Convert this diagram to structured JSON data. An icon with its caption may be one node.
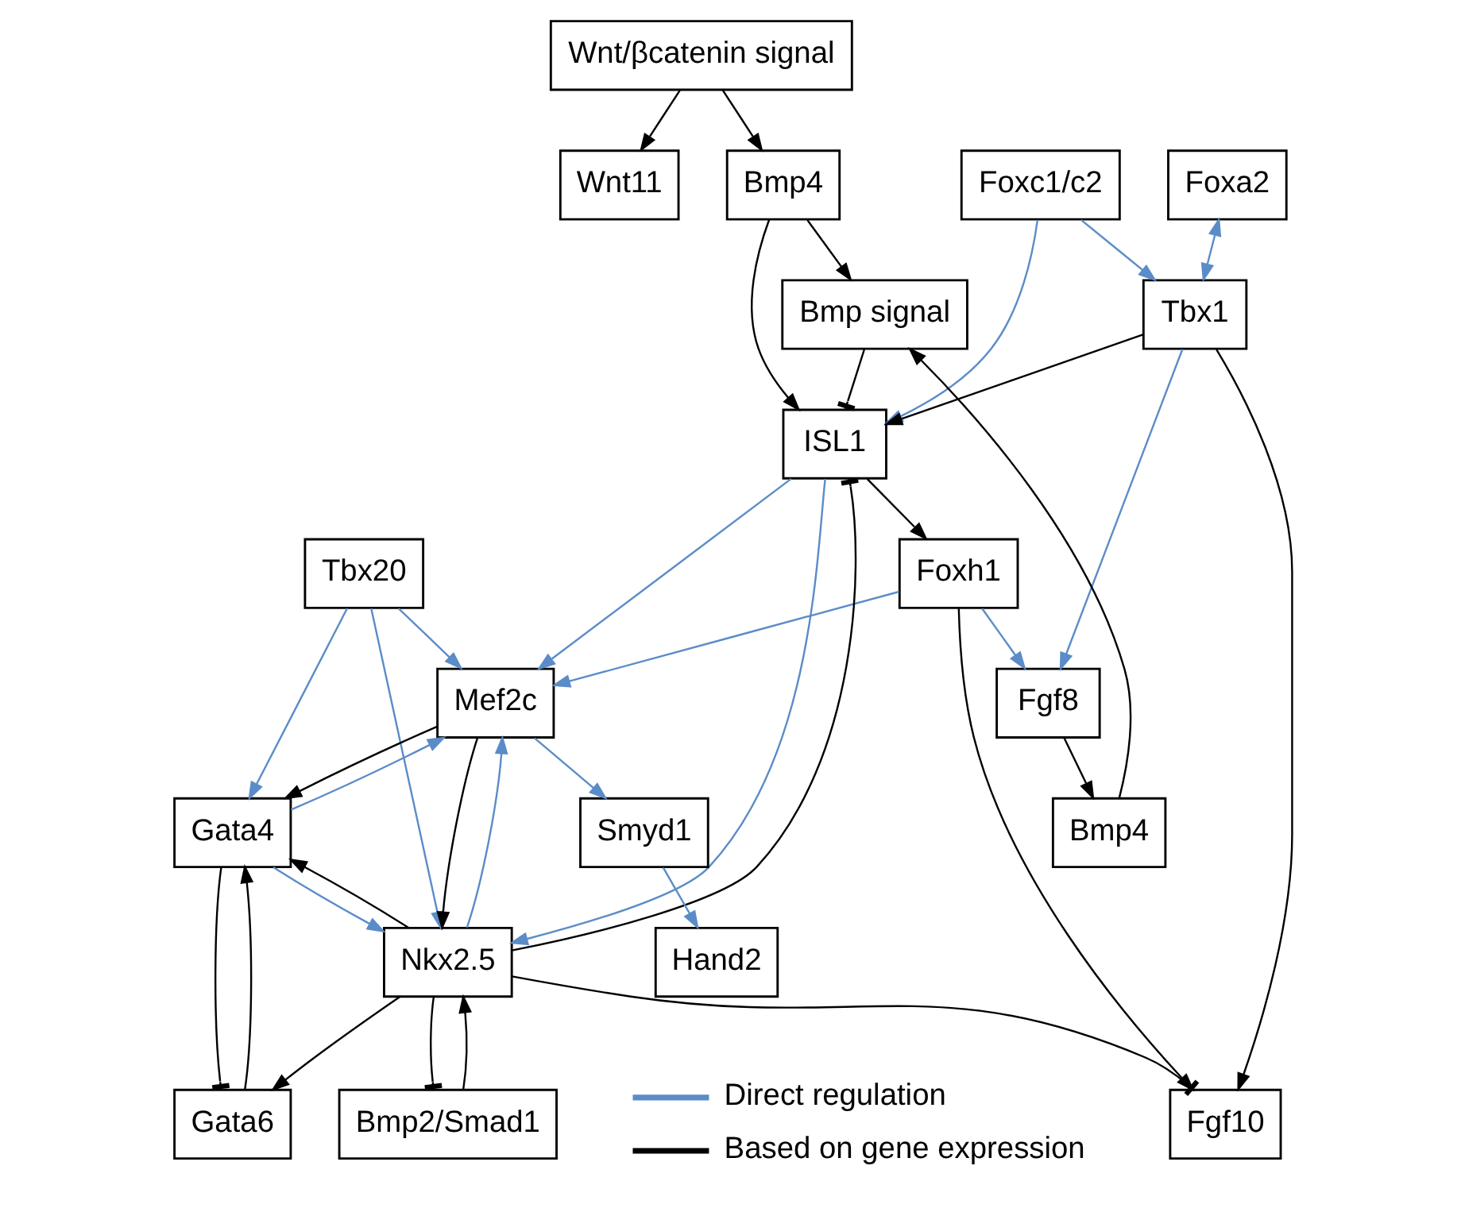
{
  "diagram": {
    "nodes": [
      {
        "text": [
          "Wnt11"
        ]
      },
      {
        "text": [
          "Wnt/βcatenin signal"
        ]
      },
      {
        "text": [
          "Bmp4"
        ]
      },
      {
        "text": [
          "Bmp signal"
        ]
      },
      {
        "text": [
          "Gata6"
        ]
      },
      {
        "text": [
          "ISL1"
        ]
      },
      {
        "text": [
          "Foxc1/c2"
        ]
      },
      {
        "text": [
          "Foxa2"
        ]
      },
      {
        "text": [
          "Gata4"
        ]
      },
      {
        "text": [
          "Tbx1"
        ]
      },
      {
        "text": [
          "Bmp4"
        ]
      },
      {
        "text": [
          "Tbx20"
        ]
      },
      {
        "text": [
          "Mef2c"
        ]
      },
      {
        "text": [
          "Foxh1"
        ]
      },
      {
        "text": [
          "Fgf10"
        ]
      },
      {
        "text": [
          "Fgf8"
        ]
      },
      {
        "text": [
          "Nkx2.5"
        ]
      },
      {
        "text": [
          "Smyd1"
        ]
      },
      {
        "text": [
          "Bmp2/Smad1"
        ]
      },
      {
        "text": [
          "Hand2"
        ]
      }
    ],
    "edges": [
      {
        "from": 1,
        "to": 0,
        "arrow": "to"
      },
      {
        "from": 1,
        "to": 2,
        "arrow": "to"
      },
      {
        "from": 2,
        "to": 3,
        "arrow": "to"
      },
      {
        "from": 2,
        "to": 5,
        "arrow": "to"
      },
      {
        "from": 3,
        "to": 5,
        "arrow": "other"
      },
      {
        "from": 10,
        "to": 3,
        "arrow": "to"
      },
      {
        "from": 15,
        "to": 10,
        "arrow": "to"
      },
      {
        "from": 16,
        "to": 5,
        "arrow": "other"
      },
      {
        "from": 5,
        "to": 16,
        "arrow": "to",
        "color": "#5b8cc8"
      },
      {
        "from": 16,
        "to": 4,
        "arrow": "to"
      },
      {
        "from": 4,
        "to": 8,
        "arrow": "to"
      },
      {
        "from": 8,
        "to": 4,
        "arrow": "other"
      },
      {
        "from": 8,
        "to": 16,
        "arrow": "to",
        "color": "#5b8cc8"
      },
      {
        "from": 16,
        "to": 8,
        "arrow": "to"
      },
      {
        "from": 11,
        "to": 8,
        "arrow": "to",
        "color": "#5b8cc8"
      },
      {
        "from": 11,
        "to": 16,
        "arrow": "to",
        "color": "#5b8cc8"
      },
      {
        "from": 11,
        "to": 12,
        "arrow": "to",
        "color": "#5b8cc8"
      },
      {
        "from": 8,
        "to": 12,
        "arrow": "to",
        "color": "#5b8cc8"
      },
      {
        "from": 16,
        "to": 12,
        "arrow": "to",
        "color": "#5b8cc8"
      },
      {
        "from": 12,
        "to": 16,
        "arrow": "to"
      },
      {
        "from": 12,
        "to": 8,
        "arrow": "to"
      },
      {
        "from": 5,
        "to": 12,
        "arrow": "to",
        "color": "#5b8cc8"
      },
      {
        "from": 5,
        "to": 13,
        "arrow": "to"
      },
      {
        "from": 6,
        "to": 5,
        "arrow": "to",
        "color": "#5b8cc8"
      },
      {
        "from": 6,
        "to": 9,
        "arrow": "to",
        "color": "#5b8cc8"
      },
      {
        "from": 7,
        "to": 9,
        "arrow": "both",
        "color": "#5b8cc8"
      },
      {
        "from": 9,
        "to": 5,
        "arrow": "to"
      },
      {
        "from": 9,
        "to": 14,
        "arrow": "to"
      },
      {
        "from": 9,
        "to": 15,
        "arrow": "to",
        "color": "#5b8cc8"
      },
      {
        "from": 13,
        "to": 12,
        "arrow": "to",
        "color": "#5b8cc8"
      },
      {
        "from": 13,
        "to": 14,
        "arrow": "to"
      },
      {
        "from": 13,
        "to": 15,
        "arrow": "to",
        "color": "#5b8cc8"
      },
      {
        "from": 16,
        "to": 14,
        "arrow": "other"
      },
      {
        "from": 12,
        "to": 17,
        "arrow": "to",
        "color": "#5b8cc8"
      },
      {
        "from": 17,
        "to": 19,
        "arrow": "to",
        "color": "#5b8cc8"
      },
      {
        "from": 16,
        "to": 18,
        "arrow": "other"
      },
      {
        "from": 18,
        "to": 16,
        "arrow": "to"
      }
    ],
    "legend": [
      {
        "text": "Direct regulation"
      },
      {
        "text": "Based on gene expression"
      }
    ]
  }
}
